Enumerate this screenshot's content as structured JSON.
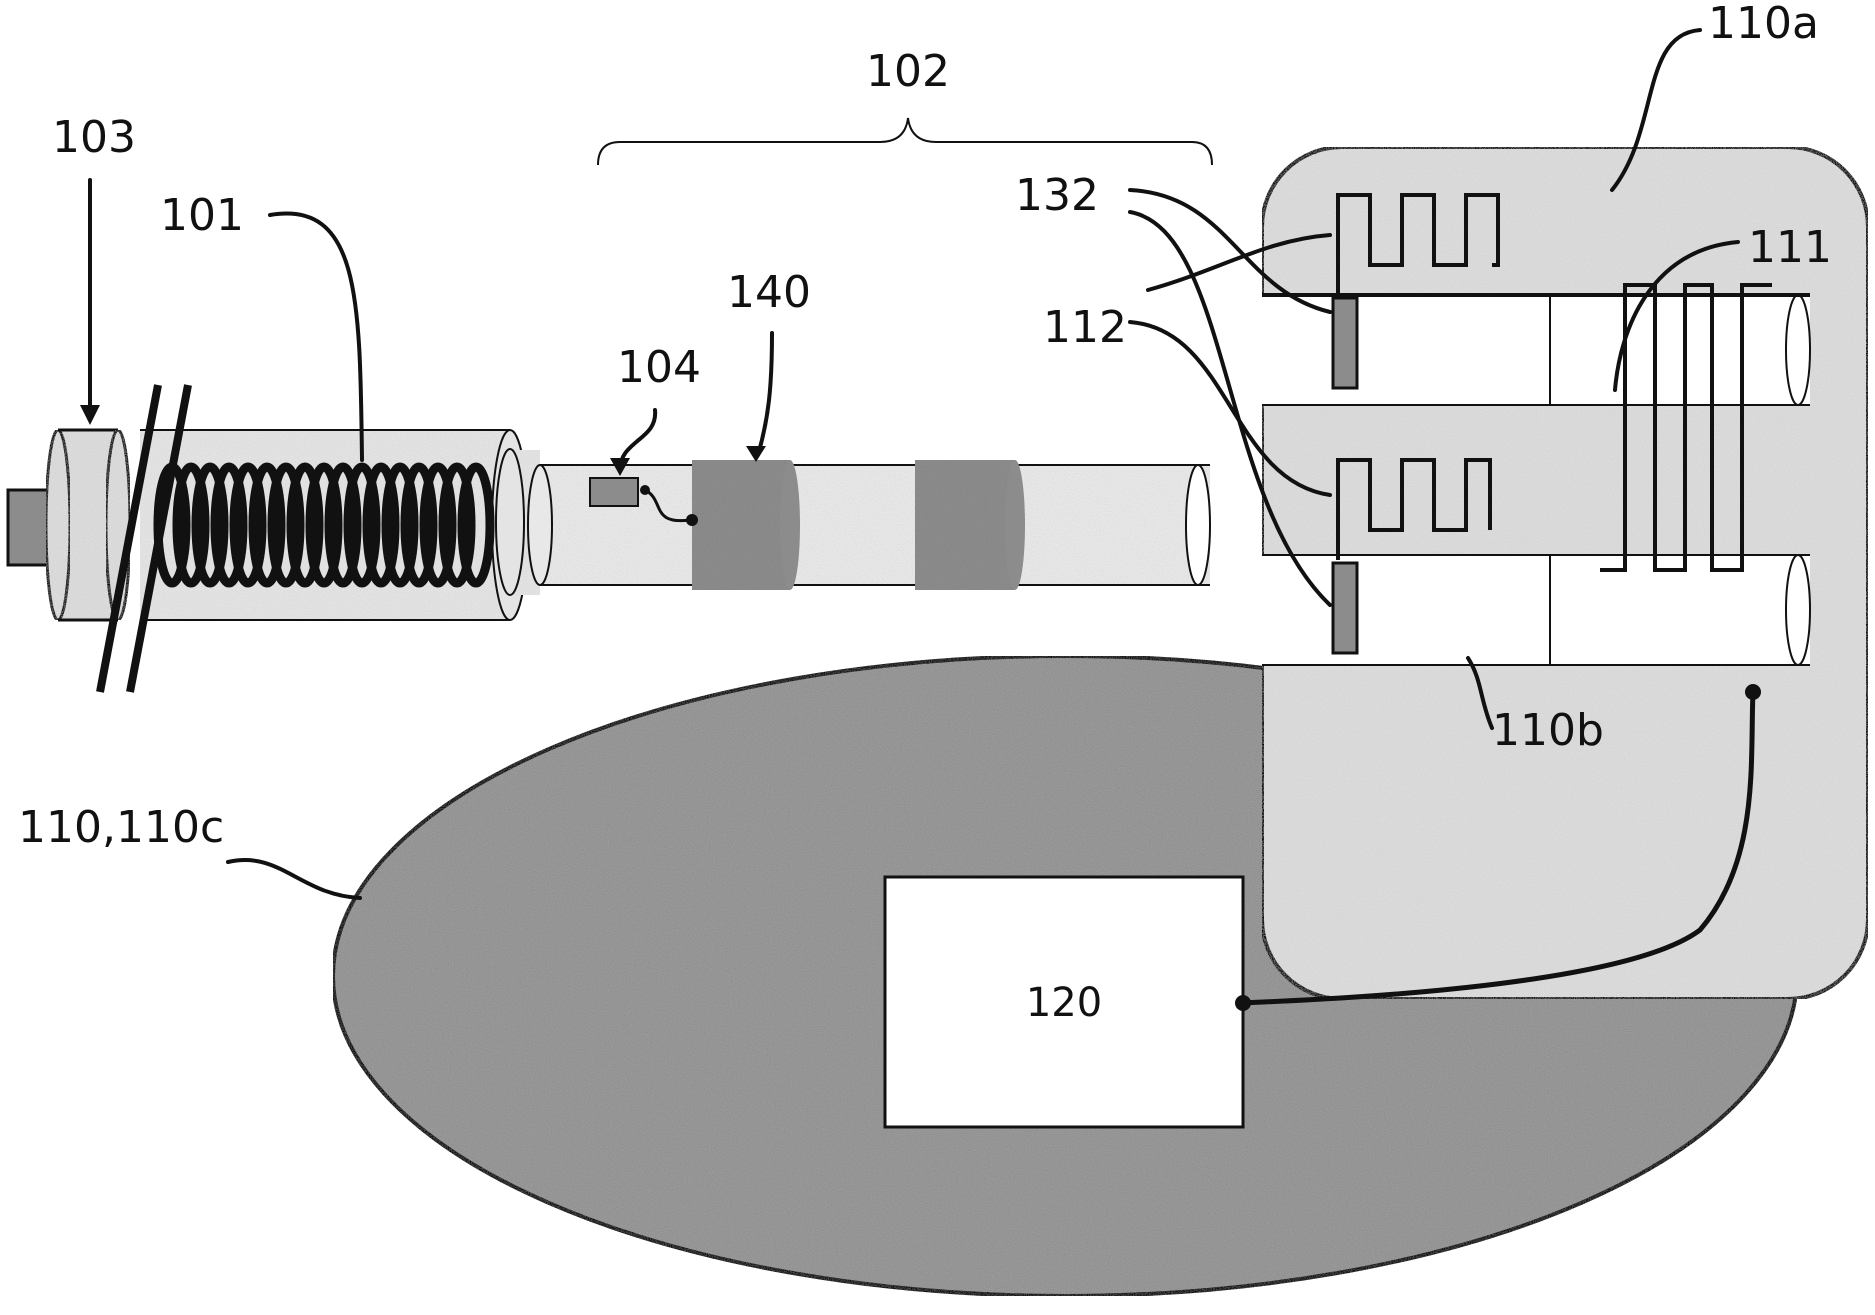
{
  "labels": {
    "l103": "103",
    "l101": "101",
    "l102": "102",
    "l104": "104",
    "l140": "140",
    "l132": "132",
    "l112": "112",
    "l110a": "110a",
    "l111": "111",
    "l110b": "110b",
    "l110c": "110,110c",
    "l120": "120"
  },
  "colors": {
    "stipple_light": "#dcdcdc",
    "stipple_dark": "#9a9a9a",
    "band": "#8c8c8c",
    "line": "#111111",
    "box_fill": "#ffffff"
  }
}
